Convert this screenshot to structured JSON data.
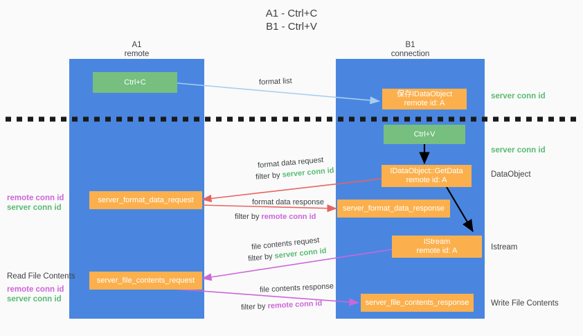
{
  "title": {
    "line1": "A1 - Ctrl+C",
    "line2": "B1 - Ctrl+V"
  },
  "columns": [
    {
      "name": "A1",
      "sub": "remote"
    },
    {
      "name": "B1",
      "sub": "connection"
    }
  ],
  "nodes": {
    "ctrl_c": {
      "label": "Ctrl+C"
    },
    "save_dataobject": {
      "line1": "保存IDataObject",
      "line2": "remote id: A"
    },
    "ctrl_v": {
      "label": "Ctrl+V"
    },
    "getdata": {
      "line1": "IDataObject::GetData",
      "line2": "remote id: A"
    },
    "server_format_data_request": {
      "label": "server_format_data_request"
    },
    "server_format_data_response": {
      "label": "server_format_data_response"
    },
    "istream": {
      "line1": "IStream",
      "line2": "remote id: A"
    },
    "server_file_contents_request": {
      "label": "server_file_contents_request"
    },
    "server_file_contents_response": {
      "label": "server_file_contents_response"
    }
  },
  "right_labels": {
    "server_conn_id_top": "server conn id",
    "server_conn_id_mid": "server conn id",
    "dataobject": "DataObject",
    "istream": "Istream",
    "write_file_contents": "Write File Contents"
  },
  "left_labels": {
    "remote_conn_id_1": "remote conn id",
    "server_conn_id_1": "server conn id",
    "read_file_contents": "Read File Contents",
    "remote_conn_id_2": "remote conn id",
    "server_conn_id_2": "server conn id"
  },
  "edges": {
    "format_list": {
      "label": "format list"
    },
    "format_data_request": {
      "line1": "format data request",
      "filter_prefix": "filter by ",
      "filter_key": "server conn id"
    },
    "format_data_response": {
      "line1": "format data response",
      "filter_prefix": "filter by ",
      "filter_key": "remote conn id"
    },
    "file_contents_request": {
      "line1": "file contents request",
      "filter_prefix": "filter by ",
      "filter_key": "server conn id"
    },
    "file_contents_response": {
      "line1": "file contents response",
      "filter_prefix": "filter by ",
      "filter_key": "remote conn id"
    }
  },
  "colors": {
    "lane": "#4a86e0",
    "green_node": "#76bf7f",
    "orange_node": "#fbb04d",
    "server_conn_id": "#57bb72",
    "remote_conn_id": "#cc66d9",
    "arrow_blue": "#a8cdf0",
    "arrow_red": "#e8635f",
    "arrow_purple": "#cc66d9",
    "arrow_black": "#000000",
    "divider": "#1a1a1a",
    "background": "#fafafa"
  }
}
